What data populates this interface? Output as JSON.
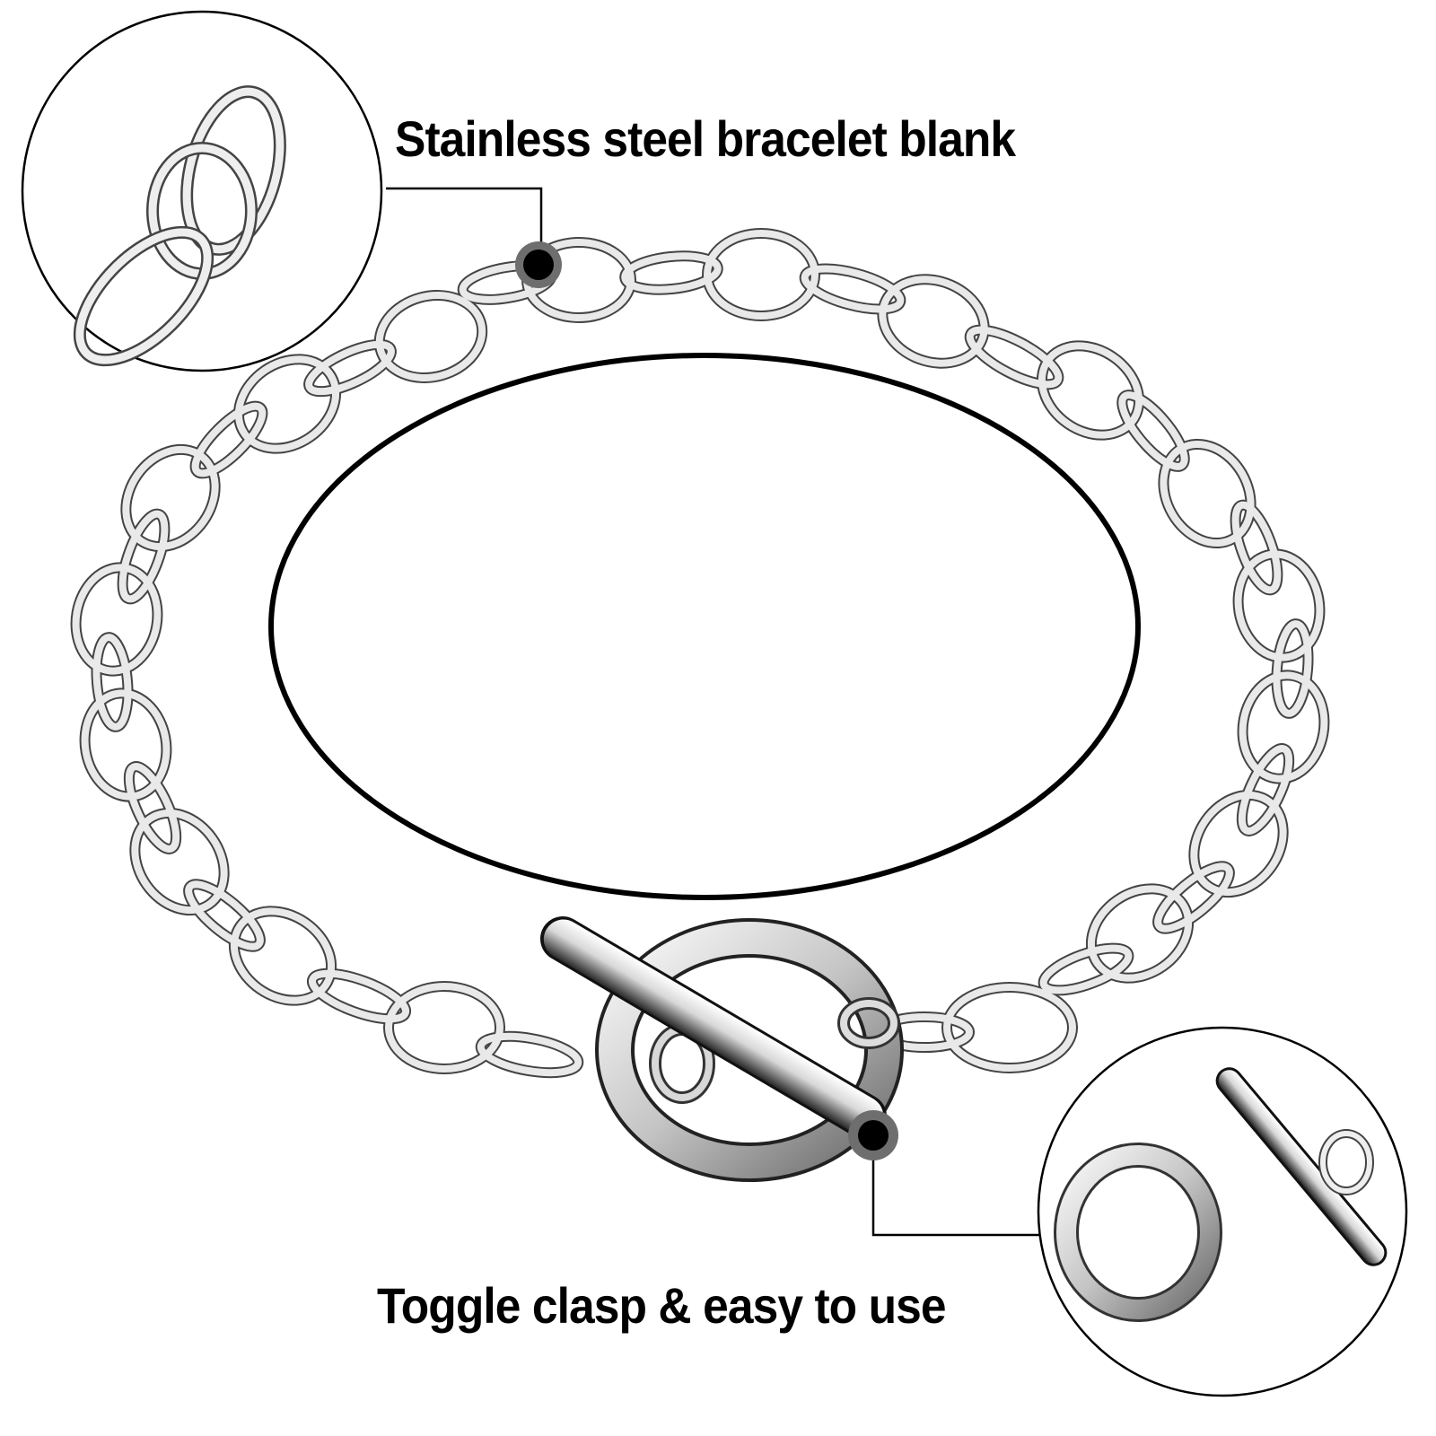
{
  "product": {
    "name": "Stainless steel toggle clasp bracelet",
    "material_color": "#c8c8c8"
  },
  "callouts": [
    {
      "id": "chain",
      "label": "Stainless steel bracelet blank"
    },
    {
      "id": "clasp",
      "label": "Toggle clasp & easy to use"
    }
  ],
  "colors": {
    "background": "#ffffff",
    "outline": "#000000",
    "metal_light": "#f2f2f2",
    "metal_mid": "#bdbdbd",
    "metal_dark": "#555555",
    "marker_ring": "#6e6e6e"
  }
}
